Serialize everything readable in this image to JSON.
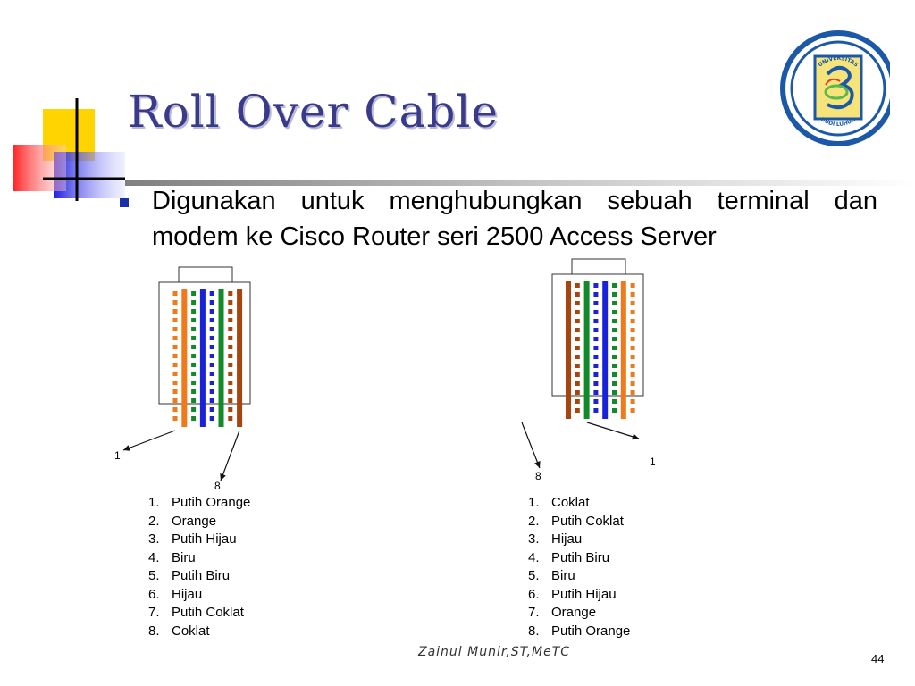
{
  "slide": {
    "title": "Roll Over Cable",
    "bullet": "Digunakan untuk menghubungkan sebuah terminal dan modem ke Cisco Router seri 2500 Access Server",
    "footer_author": "Zainul Munir,ST,MeTC",
    "page_number": "44"
  },
  "logo": {
    "top_text": "UNIVERSITAS",
    "bottom_text": "BUDI LUHUR"
  },
  "connector_left": {
    "pin_first_label": "1",
    "pin_last_label": "8",
    "wires": [
      {
        "num": "1.",
        "label": "Putih Orange"
      },
      {
        "num": "2.",
        "label": "Orange"
      },
      {
        "num": "3.",
        "label": "Putih Hijau"
      },
      {
        "num": "4.",
        "label": "Biru"
      },
      {
        "num": "5.",
        "label": "Putih Biru"
      },
      {
        "num": "6.",
        "label": "Hijau"
      },
      {
        "num": "7.",
        "label": "Putih Coklat"
      },
      {
        "num": "8.",
        "label": "Coklat"
      }
    ]
  },
  "connector_right": {
    "pin_first_label": "1",
    "pin_last_label": "8",
    "wires": [
      {
        "num": "1.",
        "label": "Coklat"
      },
      {
        "num": "2.",
        "label": "Putih Coklat"
      },
      {
        "num": "3.",
        "label": "Hijau"
      },
      {
        "num": "4.",
        "label": "Putih Biru"
      },
      {
        "num": "5.",
        "label": "Biru"
      },
      {
        "num": "6.",
        "label": "Putih Hijau"
      },
      {
        "num": "7.",
        "label": "Orange"
      },
      {
        "num": "8.",
        "label": "Putih Orange"
      }
    ]
  },
  "colors": {
    "title": "#3a3a8a",
    "bullet": "#1a2ea8",
    "orange": "#f07a1a",
    "green": "#138a2a",
    "blue": "#1a22d8",
    "brown": "#a8440e"
  }
}
